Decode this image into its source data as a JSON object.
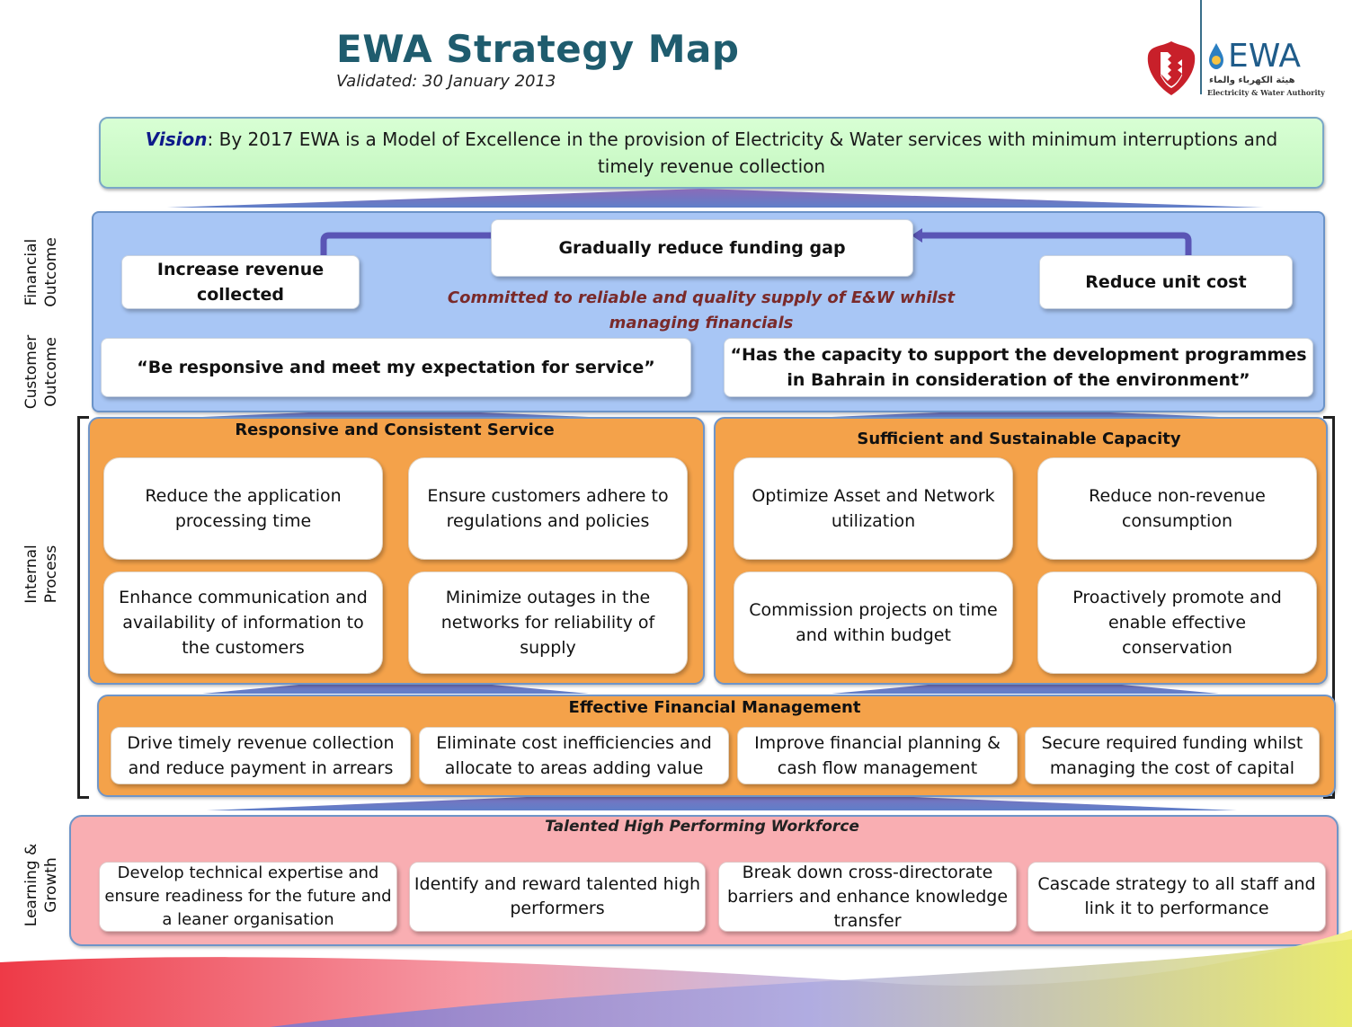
{
  "header": {
    "title": "EWA Strategy Map",
    "subtitle": "Validated: 30 January 2013",
    "logo_text": "EWA",
    "logo_arabic": "هيئة الكهرباء والماء",
    "logo_english": "Electricity & Water Authority"
  },
  "vision": {
    "label": "Vision",
    "text": ": By 2017 EWA is a Model of Excellence in the provision of Electricity & Water services with minimum interruptions and timely revenue collection"
  },
  "side_labels": {
    "financial": "Financial\nOutcome",
    "customer": "Customer\nOutcome",
    "internal": "Internal\nProcess",
    "learning": "Learning &\nGrowth"
  },
  "financial": {
    "increase_revenue": "Increase revenue collected",
    "funding_gap": "Gradually reduce funding gap",
    "unit_cost": "Reduce unit cost",
    "note": "Committed to reliable and quality supply of E&W whilst managing financials"
  },
  "customer": {
    "left": "“Be responsive and meet my expectation for service”",
    "right": "“Has the capacity to support the development programmes in Bahrain in consideration of the environment”"
  },
  "internal": {
    "left_title": "Responsive and Consistent Service",
    "right_title": "Sufficient and Sustainable Capacity",
    "left_items": [
      "Reduce the application processing time",
      "Ensure customers adhere to regulations and policies",
      "Enhance communication and availability of information to the customers",
      "Minimize outages in the networks for reliability of supply"
    ],
    "right_items": [
      "Optimize Asset and Network utilization",
      "Reduce non-revenue consumption",
      "Commission projects on time and within budget",
      "Proactively promote and enable effective conservation"
    ]
  },
  "financial_mgmt": {
    "title": "Effective Financial Management",
    "items": [
      "Drive timely revenue collection and reduce payment in arrears",
      "Eliminate cost inefficiencies and allocate to areas adding value",
      "Improve financial planning & cash flow management",
      "Secure required funding whilst managing the cost of capital"
    ]
  },
  "learning": {
    "title": "Talented High Performing Workforce",
    "items": [
      "Develop technical expertise and ensure readiness for the future and a leaner organisation",
      "Identify and reward talented high performers",
      "Break down cross-directorate barriers and enhance knowledge transfer",
      "Cascade strategy to all staff and link it to performance"
    ]
  },
  "colors": {
    "title": "#1f5c6e",
    "vision_bg": "#c4f7c0",
    "blue_panel": "#a8c6f5",
    "orange_panel": "#f4a24a",
    "learning_panel": "#f9aeb2",
    "connector": "#7b78c8"
  }
}
